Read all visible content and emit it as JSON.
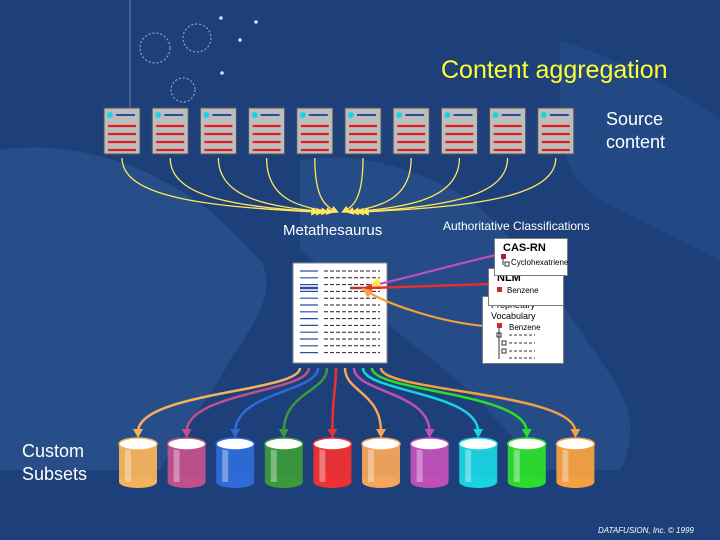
{
  "title": "Content aggregation",
  "source_label": [
    "Source",
    "content"
  ],
  "metathesaurus_label": "Metathesaurus",
  "authoritative_label": "Authoritative Classifications",
  "custom_label": [
    "Custom",
    "Subsets"
  ],
  "credit": "DATAFUSION, Inc. © 1999",
  "classifications": [
    {
      "title": "CAS-RN",
      "item": "Cyclohexatriene"
    },
    {
      "title": "NLM",
      "item": "Benzene"
    },
    {
      "title": "Proprietary Vocabulary",
      "item": "Benzene"
    }
  ],
  "colors": {
    "background": "#1d3f7a",
    "title": "#ffff33",
    "arrow": "#ffe65c",
    "source_bar": "#e02020"
  },
  "source_count": 10,
  "subsets": [
    {
      "color": "#f5b25c"
    },
    {
      "color": "#c0508a"
    },
    {
      "color": "#2f6bd8"
    },
    {
      "color": "#3a9a3a"
    },
    {
      "color": "#f03030"
    },
    {
      "color": "#f5a55c"
    },
    {
      "color": "#c050b8"
    },
    {
      "color": "#19d3e0"
    },
    {
      "color": "#2cdc2c"
    },
    {
      "color": "#f5a040"
    }
  ]
}
